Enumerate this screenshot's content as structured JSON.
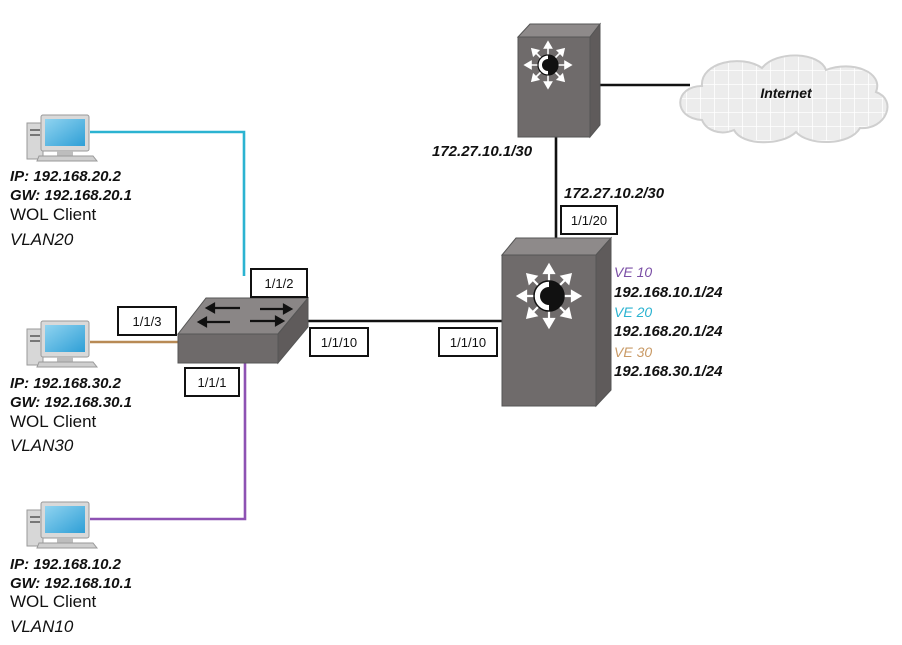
{
  "clients": [
    {
      "ip": "IP: 192.168.20.2",
      "gw": "GW: 192.168.20.1",
      "role": "WOL Client",
      "vlan": "VLAN20"
    },
    {
      "ip": "IP: 192.168.30.2",
      "gw": "GW: 192.168.30.1",
      "role": "WOL Client",
      "vlan": "VLAN30"
    },
    {
      "ip": "IP: 192.168.10.2",
      "gw": "GW: 192.168.10.1",
      "role": "WOL Client",
      "vlan": "VLAN10"
    }
  ],
  "switch_ports": {
    "p2": "1/1/2",
    "p3": "1/1/3",
    "p1": "1/1/1",
    "p10": "1/1/10"
  },
  "router_ports": {
    "p10": "1/1/10",
    "p20": "1/1/20"
  },
  "uplink": {
    "top_ip": "172.27.10.1/30",
    "bottom_ip": "172.27.10.2/30"
  },
  "cloud": {
    "label": "Internet"
  },
  "ve": [
    {
      "name": "VE 10",
      "ip": "192.168.10.1/24",
      "color": "#7b4fa6"
    },
    {
      "name": "VE 20",
      "ip": "192.168.20.1/24",
      "color": "#2bb3d1"
    },
    {
      "name": "VE 30",
      "ip": "192.168.30.1/24",
      "color": "#c99a66"
    }
  ],
  "link_colors": {
    "vlan20": "#2bb3d1",
    "vlan30": "#b88a55",
    "vlan10": "#8e52b3",
    "trunk": "#111111"
  }
}
